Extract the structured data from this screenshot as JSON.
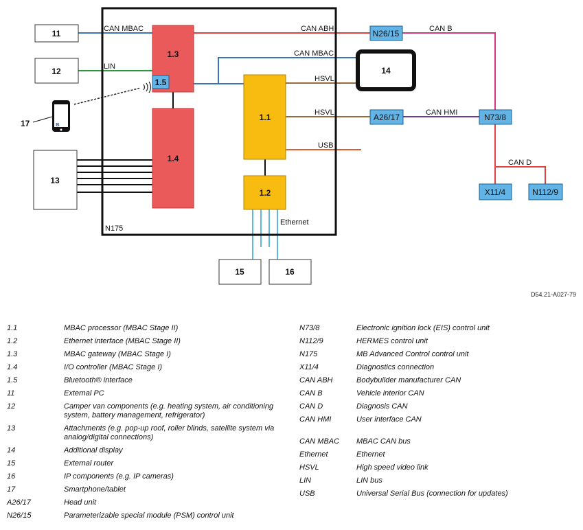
{
  "diagram": {
    "nodes": {
      "n11": "11",
      "n12": "12",
      "n13": "13",
      "n14": "14",
      "n15": "15",
      "n16": "16",
      "n17": "17",
      "n1_1": "1.1",
      "n1_2": "1.2",
      "n1_3": "1.3",
      "n1_4": "1.4",
      "n1_5": "1.5",
      "n175": "N175",
      "n26_15": "N26/15",
      "a26_17": "A26/17",
      "n73_8": "N73/8",
      "x11_4": "X11/4",
      "n112_9": "N112/9"
    },
    "bus_labels": {
      "can_mbac_1": "CAN MBAC",
      "lin": "LIN",
      "can_abh": "CAN ABH",
      "can_mbac_2": "CAN MBAC",
      "hsvl_1": "HSVL",
      "hsvl_2": "HSVL",
      "usb": "USB",
      "ethernet": "Ethernet",
      "can_b": "CAN B",
      "can_hmi": "CAN HMI",
      "can_d": "CAN D"
    },
    "reference": "D54.21-A027-79",
    "colors": {
      "can_mbac": "#3a73b8",
      "lin": "#2f9a3a",
      "can_abh": "#e04040",
      "can_b": "#d2337e",
      "hsvl": "#9a6a3d",
      "can_hmi": "#6a3a9a",
      "can_d": "#e04040",
      "usb": "#e85a2a",
      "ethernet": "#5fb8e0",
      "red_box": "#eb5a5a",
      "yellow_box": "#f8bb10",
      "blue_box": "#62b3e6"
    }
  },
  "legend": {
    "left": [
      {
        "code": "1.1",
        "desc": "MBAC processor (MBAC Stage II)"
      },
      {
        "code": "1.2",
        "desc": "Ethernet interface (MBAC Stage II)"
      },
      {
        "code": "1.3",
        "desc": "MBAC gateway (MBAC Stage I)"
      },
      {
        "code": "1.4",
        "desc": "I/O controller (MBAC Stage I)"
      },
      {
        "code": "1.5",
        "desc": "Bluetooth® interface"
      },
      {
        "code": "11",
        "desc": "External PC"
      },
      {
        "code": "12",
        "desc": "Camper van components (e.g. heating system, air conditioning system, battery management, refrigerator)"
      },
      {
        "code": "13",
        "desc": "Attachments (e.g. pop-up roof, roller blinds, satellite system via analog/digital connections)"
      },
      {
        "code": "14",
        "desc": "Additional display"
      },
      {
        "code": "15",
        "desc": "External router"
      },
      {
        "code": "16",
        "desc": "IP components (e.g. IP cameras)"
      },
      {
        "code": "17",
        "desc": "Smartphone/tablet"
      },
      {
        "code": "A26/17",
        "desc": "Head unit"
      },
      {
        "code": "N26/15",
        "desc": "Parameterizable special module (PSM) control unit"
      }
    ],
    "right": [
      {
        "code": "N73/8",
        "desc": "Electronic ignition lock (EIS) control unit"
      },
      {
        "code": "N112/9",
        "desc": "HERMES control unit"
      },
      {
        "code": "N175",
        "desc": "MB Advanced Control control unit"
      },
      {
        "code": "X11/4",
        "desc": "Diagnostics connection"
      },
      {
        "code": "CAN ABH",
        "desc": "Bodybuilder manufacturer CAN"
      },
      {
        "code": "CAN B",
        "desc": "Vehicle interior CAN"
      },
      {
        "code": "CAN D",
        "desc": "Diagnosis CAN"
      },
      {
        "code": "CAN HMI",
        "desc": "User interface CAN"
      },
      {
        "code": "CAN MBAC",
        "desc": "MBAC CAN bus"
      },
      {
        "code": "Ethernet",
        "desc": "Ethernet"
      },
      {
        "code": "HSVL",
        "desc": "High speed video link"
      },
      {
        "code": "LIN",
        "desc": "LIN bus"
      },
      {
        "code": "USB",
        "desc": "Universal Serial Bus (connection for updates)"
      }
    ]
  }
}
